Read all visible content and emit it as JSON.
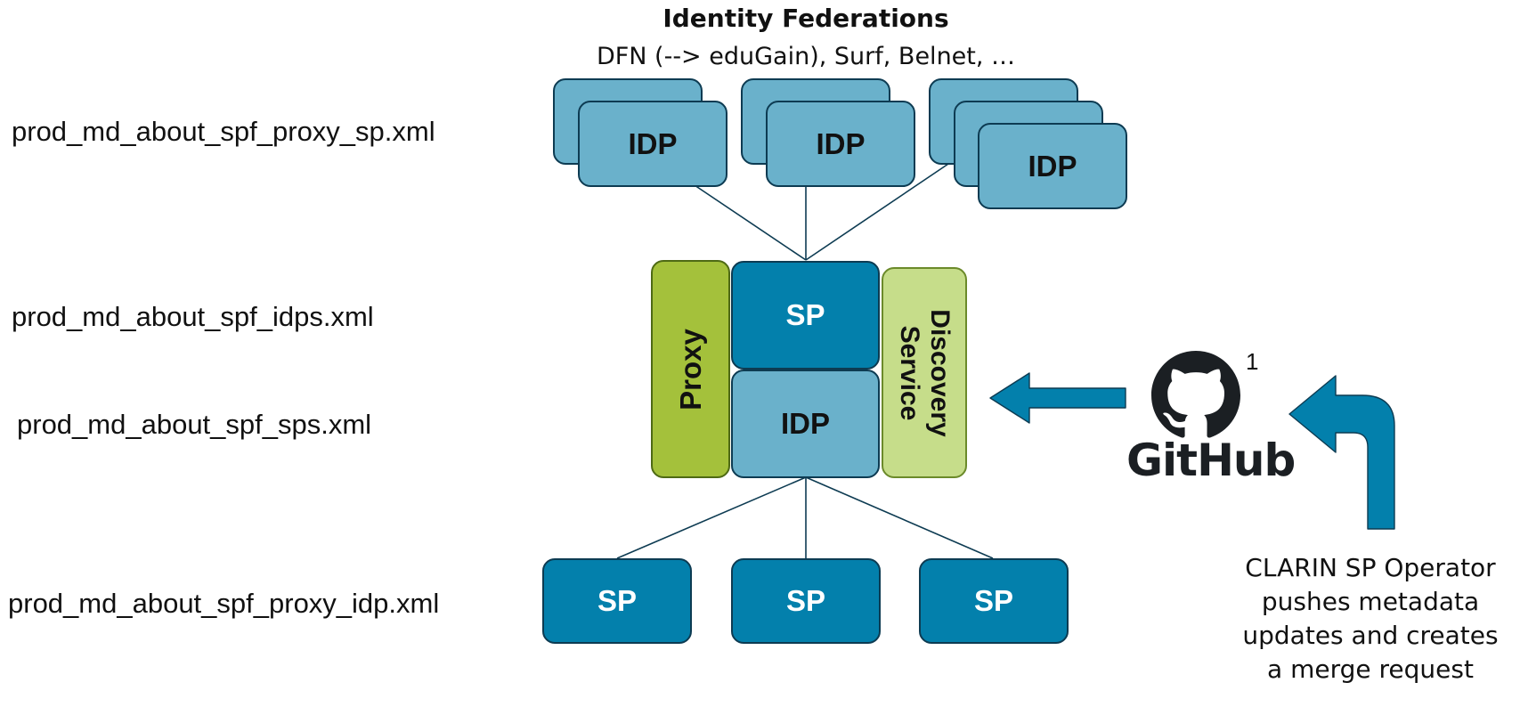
{
  "header": {
    "title": "Identity Federations",
    "subtitle": "DFN (--> eduGain), Surf, Belnet, …"
  },
  "files": {
    "proxy_sp": "prod_md_about_spf_proxy_sp.xml",
    "idps": "prod_md_about_spf_idps.xml",
    "sps": "prod_md_about_spf_sps.xml",
    "proxy_idp": "prod_md_about_spf_proxy_idp.xml"
  },
  "federation_idps": [
    "IDP",
    "IDP",
    "IDP"
  ],
  "proxy": {
    "label": "Proxy",
    "sp_label": "SP",
    "idp_label": "IDP"
  },
  "discovery": {
    "line1": "Discovery",
    "line2": "Service"
  },
  "clarin_sps": [
    "SP",
    "SP",
    "SP"
  ],
  "github": {
    "wordmark": "GitHub",
    "footnote": "1",
    "icon": "github-octocat-icon"
  },
  "operator": {
    "lines": [
      "CLARIN SP Operator",
      "pushes metadata",
      "updates and creates",
      "a merge request"
    ]
  },
  "colors": {
    "idp": "#6ab1cb",
    "sp": "#0380ac",
    "proxy": "#a4c13b",
    "discovery": "#c6dd8a",
    "arrow": "#0380ac"
  }
}
